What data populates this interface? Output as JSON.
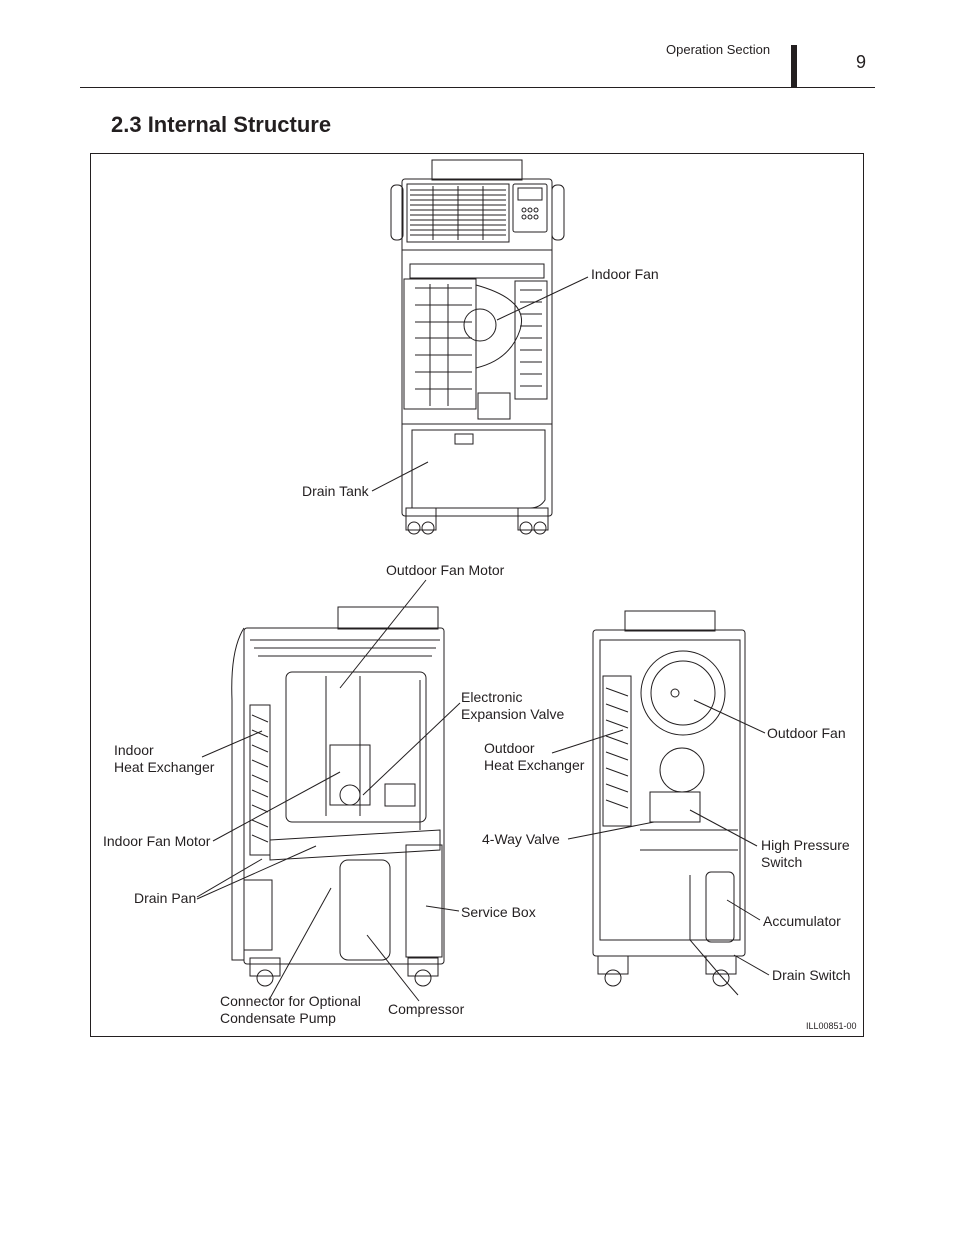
{
  "header": {
    "section": "Operation Section",
    "page_number": "9"
  },
  "section": {
    "title": "2.3  Internal Structure"
  },
  "figure": {
    "id": "ILL00851-00",
    "labels": {
      "indoor_fan": "Indoor Fan",
      "drain_tank": "Drain Tank",
      "outdoor_fan_motor": "Outdoor Fan Motor",
      "electronic_expansion_valve_1": "Electronic",
      "electronic_expansion_valve_2": "Expansion Valve",
      "indoor_heat_exchanger_1": "Indoor",
      "indoor_heat_exchanger_2": "Heat Exchanger",
      "indoor_fan_motor": "Indoor Fan Motor",
      "drain_pan": "Drain Pan",
      "service_box": "Service Box",
      "connector_1": "Connector for Optional",
      "connector_2": "Condensate Pump",
      "compressor": "Compressor",
      "outdoor_heat_exchanger_1": "Outdoor",
      "outdoor_heat_exchanger_2": "Heat Exchanger",
      "four_way_valve": "4-Way Valve",
      "outdoor_fan": "Outdoor Fan",
      "high_pressure_switch_1": "High Pressure",
      "high_pressure_switch_2": "Switch",
      "accumulator": "Accumulator",
      "drain_switch": "Drain Switch"
    }
  }
}
